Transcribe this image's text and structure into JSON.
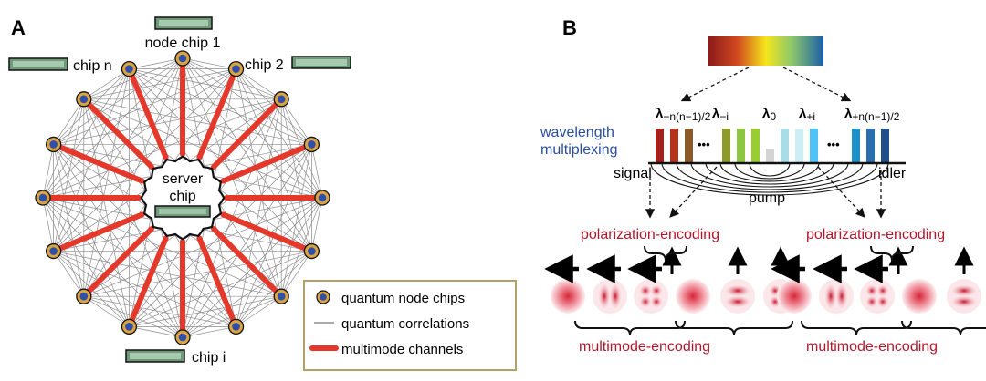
{
  "panel_a": {
    "letter": "A",
    "labels": {
      "node1": "node chip 1",
      "chip2": "chip 2",
      "chipn": "chip n",
      "chipi": "chip i",
      "server": [
        "server",
        "chip"
      ]
    },
    "node_count": 16,
    "colors": {
      "node_outer": "#d9a441",
      "node_inner": "#2f4fa8",
      "channel": "#e4382b",
      "correlation": "#8c8c8c",
      "chip_body": "#6f9a7a"
    },
    "legend": {
      "nodes": "quantum node chips",
      "correlations": "quantum correlations",
      "channels": "multimode channels"
    }
  },
  "panel_b": {
    "letter": "B",
    "left_label": [
      "wavelength",
      "multiplexing"
    ],
    "wavelength_labels": {
      "left_far": [
        "λ",
        "−n(n−1)/2"
      ],
      "left_i": [
        "λ",
        "−i"
      ],
      "center": [
        "λ",
        "0"
      ],
      "right_i": [
        "λ",
        "+i"
      ],
      "right_far": [
        "λ",
        "+n(n−1)/2"
      ]
    },
    "ellipsis": "•••",
    "signal": "signal",
    "idler": "idler",
    "pump": "pump",
    "polarization_label": "polarization-encoding",
    "multimode_label": "multimode-encoding",
    "bar_colors": [
      "#b22222",
      "#c0392b",
      "#a0522d",
      "#8e9b2a",
      "#8dc63f",
      "#9acd32",
      "#d9d9d9",
      "#b0e0e6",
      "#cdeef3",
      "#4fc3f7",
      "#1e90c8",
      "#1f5f99"
    ],
    "colors": {
      "encoding_text": "#b0182b",
      "multiplex_text": "#2a4fa0"
    }
  }
}
